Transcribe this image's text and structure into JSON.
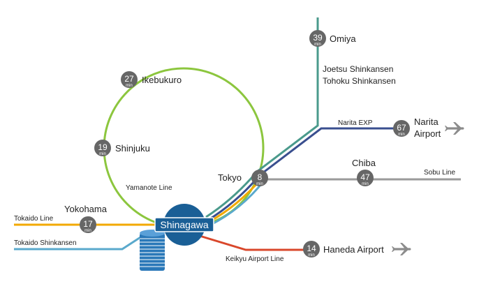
{
  "hub": {
    "name": "Shinagawa"
  },
  "stations": [
    {
      "id": "omiya",
      "name": "Omiya",
      "minutes": "39",
      "unit": "min"
    },
    {
      "id": "ikebukuro",
      "name": "Ikebukuro",
      "minutes": "27",
      "unit": "min"
    },
    {
      "id": "shinjuku",
      "name": "Shinjuku",
      "minutes": "19",
      "unit": "min"
    },
    {
      "id": "tokyo",
      "name": "Tokyo",
      "minutes": "8",
      "unit": "min"
    },
    {
      "id": "chiba",
      "name": "Chiba",
      "minutes": "47",
      "unit": "min"
    },
    {
      "id": "yokohama",
      "name": "Yokohama",
      "minutes": "17",
      "unit": "min"
    },
    {
      "id": "haneda",
      "name": "Haneda Airport",
      "minutes": "14",
      "unit": "min",
      "icon": "airplane-icon"
    },
    {
      "id": "narita",
      "name_line1": "Narita",
      "name_line2": "Airport",
      "minutes": "67",
      "unit": "min",
      "icon": "airplane-icon"
    }
  ],
  "lines": {
    "joetsu": "Joetsu Shinkansen",
    "tohoku": "Tohoku Shinkansen",
    "narita_exp": "Narita EXP",
    "sobu": "Sobu Line",
    "yamanote": "Yamanote Line",
    "tokaido": "Tokaido Line",
    "tokaido_shinkansen": "Tokaido Shinkansen",
    "keikyu": "Keikyu Airport Line"
  },
  "colors": {
    "yamanote": "#8cc63e",
    "tokaido": "#f2a900",
    "tokaido_shinkansen": "#5aa9cc",
    "tohoku_shinkansen": "#4a9a8c",
    "narita_exp": "#3a4f8f",
    "sobu": "#9a9a9a",
    "keikyu": "#d9472b",
    "hub": "#1a5f96",
    "badge": "#666666",
    "building": "#2a78b8"
  }
}
